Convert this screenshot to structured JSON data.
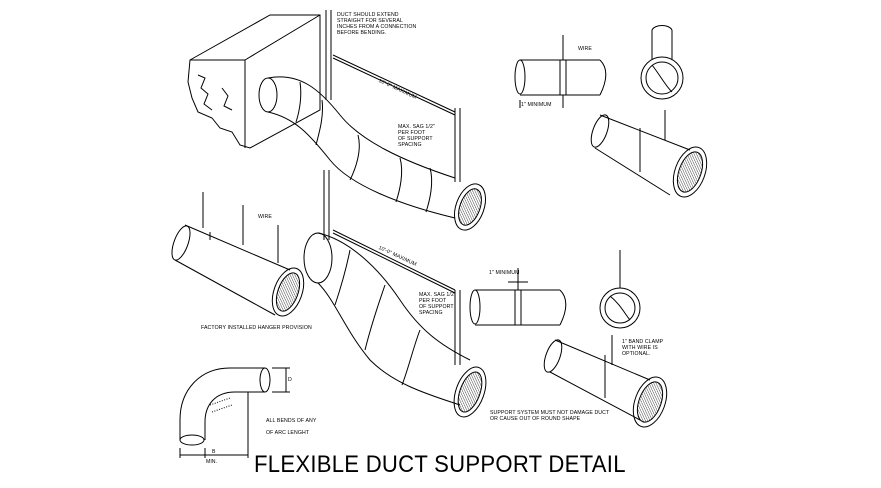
{
  "title": "FLEXIBLE DUCT SUPPORT DETAIL",
  "notes": {
    "duct_extend": "DUCT SHOULD EXTEND\nSTRAIGHT FOR SEVERAL\nINCHES FROM A CONNECTION\nBEFORE BENDING.",
    "max_sag_top": "MAX. SAG 1/2\"\nPER FOOT\nOF SUPPORT\nSPACING",
    "max_sag_bottom": "MAX. SAG 1/2\"\nPER FOOT\nOF SUPPORT\nSPACING",
    "factory_hanger": "FACTORY INSTALLED HANGER PROVISION",
    "bends": "ALL BENDS OF ANY\n\nOF ARC LENGHT",
    "support_system": "SUPPORT SYSTEM MUST NOT DAMAGE DUCT\nOR CAUSE OUT OF ROUND SHAPE",
    "band_clamp": "1\" BAND CLAMP\nWITH WIRE IS\nOPTIONAL."
  },
  "labels": {
    "wire_top": "WIRE",
    "wire_mid": "WIRE",
    "minimum_top": "1\" MINIMUM",
    "minimum_mid": "1\" MINIMUM",
    "max_spacing_top": "10'-0\" MAXIMUM",
    "max_spacing_bottom": "10'-0\" MAXIMUM",
    "dim_d": "D",
    "dim_min": "MIN.",
    "dim_b": "B"
  }
}
